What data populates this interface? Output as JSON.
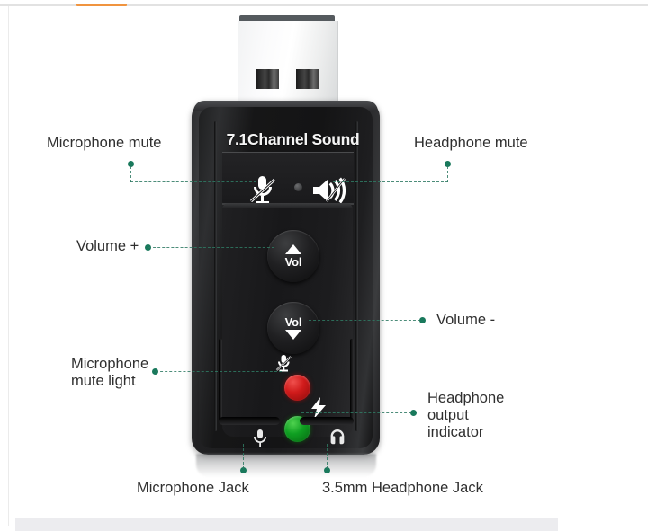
{
  "page": {
    "background_color": "#ffffff",
    "accent_color": "#f0943f",
    "leader_color": "#2f7a63",
    "dot_color": "#19795c"
  },
  "device": {
    "brand_text": "7.1Channel Sound",
    "body_color": "#1b1b1d",
    "usb_connector": {
      "name": "usb-type-a-plug",
      "shell_color": "#f5f6f7",
      "contact_count": 2
    },
    "buttons": [
      {
        "id": "vol-up",
        "label": "Vol",
        "glyph": "triangle-up",
        "glyph_position": "above"
      },
      {
        "id": "vol-down",
        "label": "Vol",
        "glyph": "triangle-down",
        "glyph_position": "below"
      }
    ],
    "icons": [
      {
        "id": "mic-mute",
        "name": "microphone-mute-icon"
      },
      {
        "id": "speaker-mute",
        "name": "speaker-mute-icon"
      },
      {
        "id": "status-dot",
        "name": "status-led-small-icon"
      },
      {
        "id": "mic-small",
        "name": "microphone-mute-small-icon"
      },
      {
        "id": "bolt",
        "name": "lightning-bolt-icon"
      },
      {
        "id": "mic-jack-glyph",
        "name": "microphone-jack-icon"
      },
      {
        "id": "headphone-jack-glyph",
        "name": "headphone-jack-icon"
      }
    ],
    "leds": [
      {
        "id": "mic-mute-led",
        "name": "red-led",
        "color": "#d01b1b"
      },
      {
        "id": "headphone-out-led",
        "name": "green-led",
        "color": "#0f9f22"
      }
    ]
  },
  "callouts": {
    "microphone_mute": "Microphone mute",
    "headphone_mute": "Headphone mute",
    "volume_up": "Volume +",
    "volume_down": "Volume -",
    "microphone_mute_light": "Microphone\nmute light",
    "headphone_output_indicator": "Headphone\noutput\nindicator",
    "microphone_jack": "Microphone Jack",
    "headphone_jack": "3.5mm Headphone Jack"
  }
}
